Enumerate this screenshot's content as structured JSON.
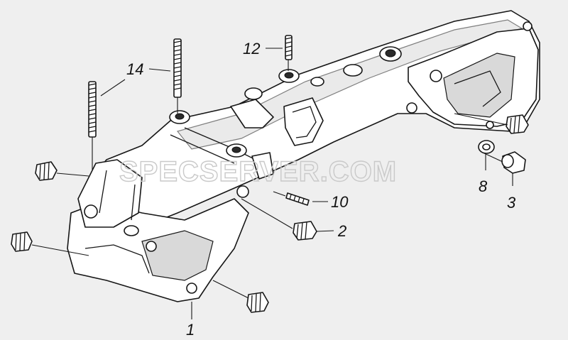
{
  "watermark": "SPECSERVER.COM",
  "callouts": {
    "c1": "1",
    "c2": "2",
    "c3": "3",
    "c8": "8",
    "c10": "10",
    "c12": "12",
    "c14": "14"
  }
}
